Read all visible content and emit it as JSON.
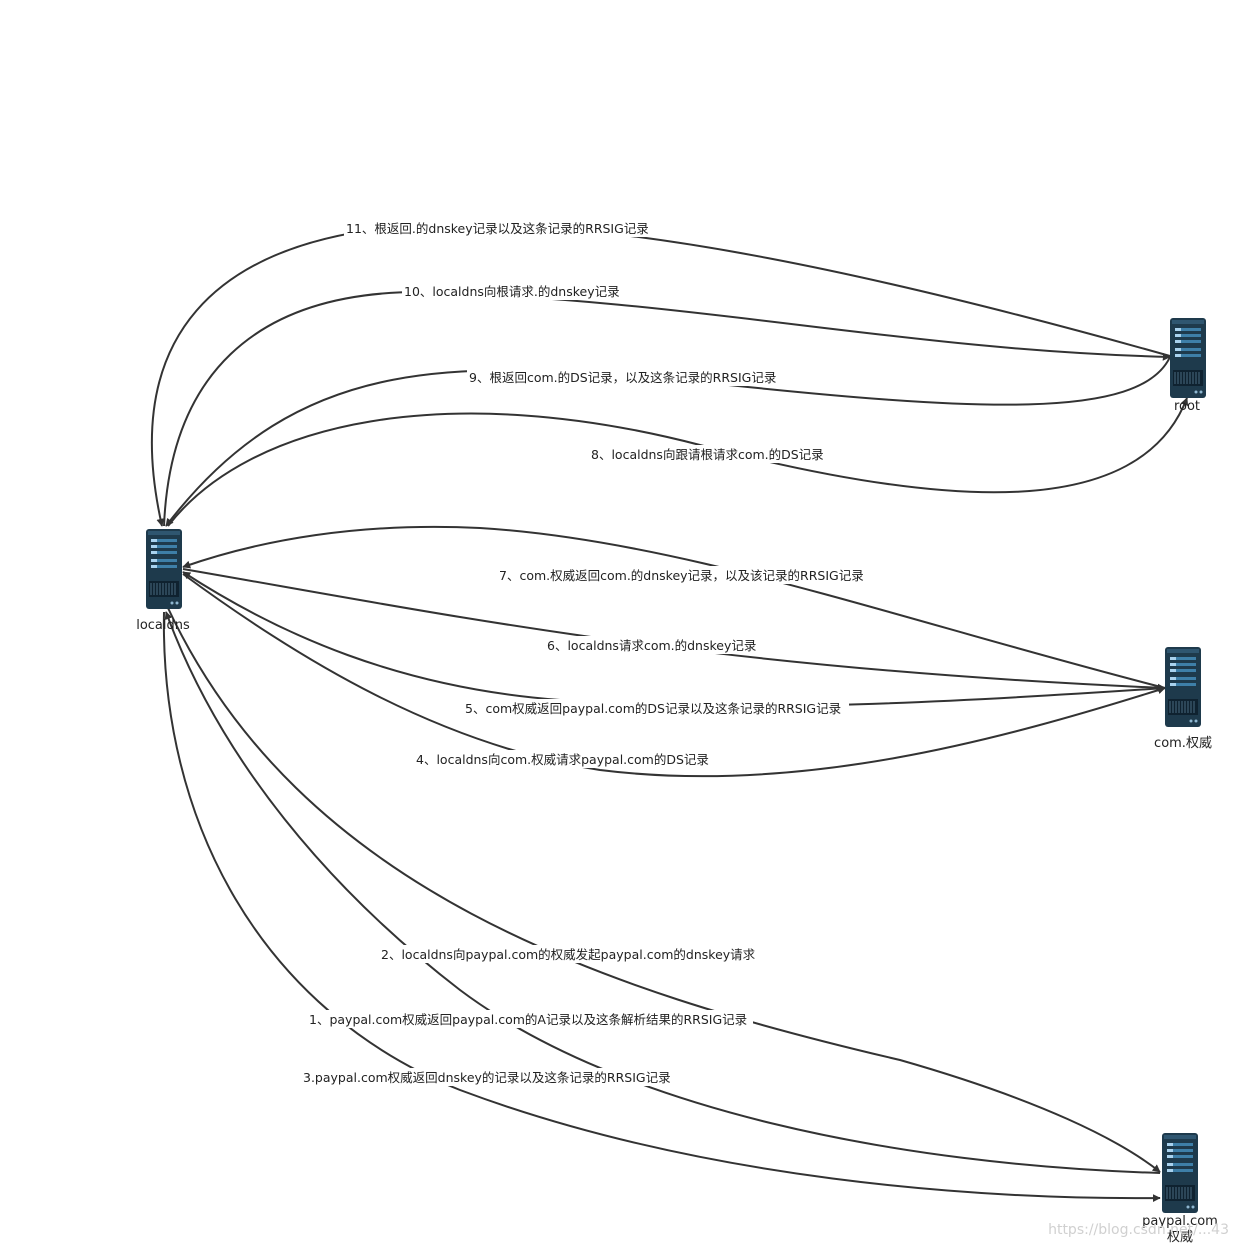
{
  "nodes": {
    "localdns": {
      "label": "localdns"
    },
    "root": {
      "label": "root"
    },
    "com": {
      "label": "com.权威"
    },
    "paypal": {
      "label": "paypal.com",
      "label2": "权威"
    }
  },
  "edges": [
    {
      "id": "e11",
      "label": "11、根返回.的dnskey记录以及这条记录的RRSIG记录"
    },
    {
      "id": "e10",
      "label": "10、localdns向根请求.的dnskey记录"
    },
    {
      "id": "e9",
      "label": "9、根返回com.的DS记录，以及这条记录的RRSIG记录"
    },
    {
      "id": "e8",
      "label": "8、localdns向跟请根请求com.的DS记录"
    },
    {
      "id": "e7",
      "label": "7、com.权威返回com.的dnskey记录，以及该记录的RRSIG记录"
    },
    {
      "id": "e6",
      "label": "6、localdns请求com.的dnskey记录"
    },
    {
      "id": "e5",
      "label": "5、com权威返回paypal.com的DS记录以及这条记录的RRSIG记录"
    },
    {
      "id": "e4",
      "label": "4、localdns向com.权威请求paypal.com的DS记录"
    },
    {
      "id": "e2",
      "label": "2、localdns向paypal.com的权威发起paypal.com的dnskey请求"
    },
    {
      "id": "e1",
      "label": "1、paypal.com权威返回paypal.com的A记录以及这条解析结果的RRSIG记录"
    },
    {
      "id": "e3",
      "label": "3.paypal.com权威返回dnskey的记录以及这条记录的RRSIG记录"
    }
  ],
  "watermark": "https://blog.csdn.net/...43"
}
